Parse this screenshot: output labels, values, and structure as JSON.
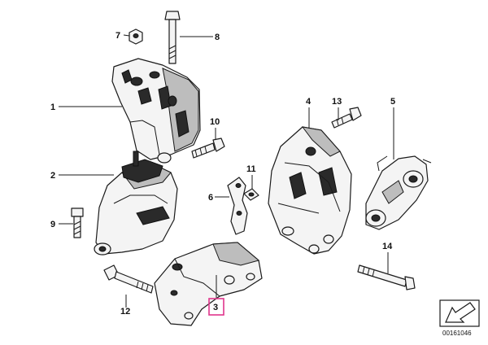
{
  "labels": [
    {
      "id": "1",
      "text": "1"
    },
    {
      "id": "2",
      "text": "2"
    },
    {
      "id": "3",
      "text": "3"
    },
    {
      "id": "4",
      "text": "4"
    },
    {
      "id": "5",
      "text": "5"
    },
    {
      "id": "6",
      "text": "6"
    },
    {
      "id": "7",
      "text": "7"
    },
    {
      "id": "8",
      "text": "8"
    },
    {
      "id": "9",
      "text": "9"
    },
    {
      "id": "10",
      "text": "10"
    },
    {
      "id": "11",
      "text": "11"
    },
    {
      "id": "12",
      "text": "12"
    },
    {
      "id": "13",
      "text": "13"
    },
    {
      "id": "14",
      "text": "14"
    }
  ],
  "highlighted_label": "3",
  "highlight_color": "#e0358c",
  "diagram_id": "00161046",
  "corner_icon": "arrow-box-icon"
}
